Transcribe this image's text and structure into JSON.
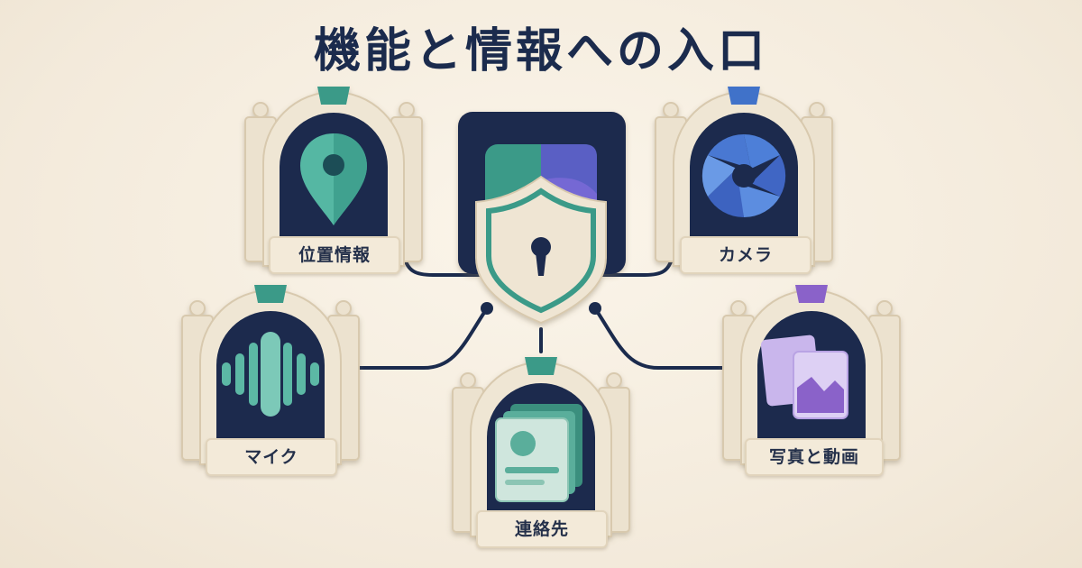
{
  "title": "機能と情報への入口",
  "permissions": {
    "location": {
      "label": "位置情報",
      "icon": "map-pin-icon",
      "accent": "#3a9a88"
    },
    "camera": {
      "label": "カメラ",
      "icon": "camera-shutter-icon",
      "accent": "#3f72c9"
    },
    "microphone": {
      "label": "マイク",
      "icon": "soundwave-icon",
      "accent": "#3a9a88"
    },
    "contacts": {
      "label": "連絡先",
      "icon": "contact-cards-icon",
      "accent": "#3a9a88"
    },
    "photos": {
      "label": "写真と動画",
      "icon": "photos-icon",
      "accent": "#8a62c9"
    }
  },
  "center": {
    "icon": "shield-lock-icon"
  },
  "colors": {
    "navy": "#1b2b4d",
    "cream": "#efe5d3",
    "teal": "#3a9a88",
    "blue": "#3f72c9",
    "purple": "#8a62c9"
  }
}
